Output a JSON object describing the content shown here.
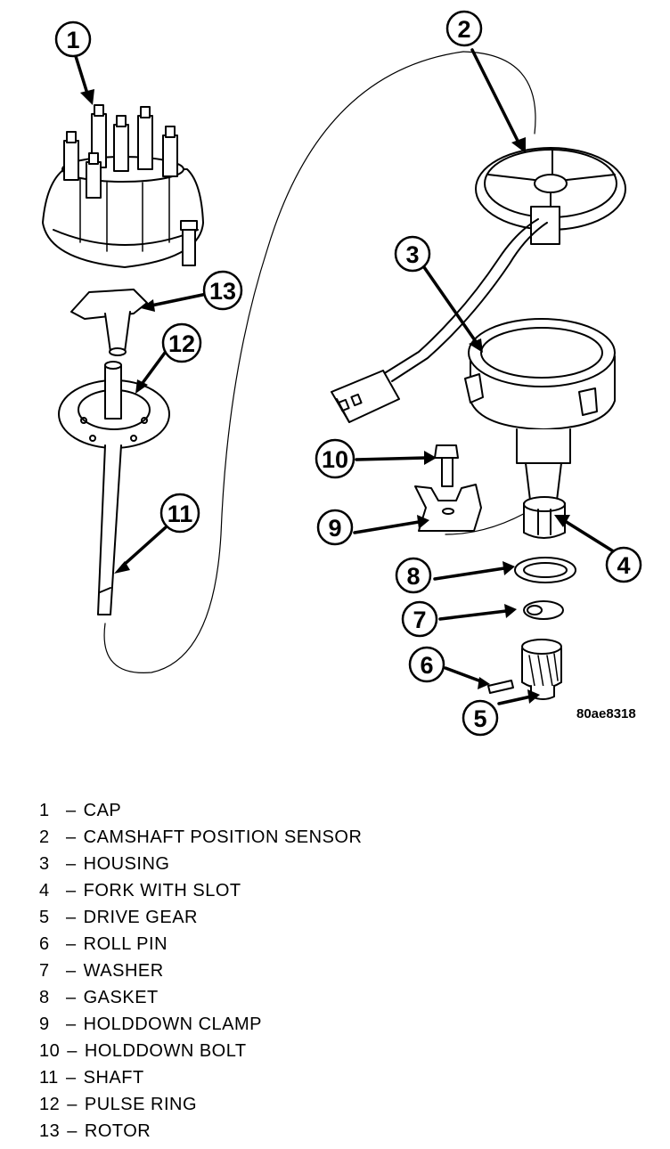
{
  "figure_id": "80ae8318",
  "callouts": [
    "1",
    "2",
    "3",
    "4",
    "5",
    "6",
    "7",
    "8",
    "9",
    "10",
    "11",
    "12",
    "13"
  ],
  "legend": [
    {
      "num": "1",
      "sep": "–",
      "label": "CAP"
    },
    {
      "num": "2",
      "sep": "–",
      "label": "CAMSHAFT POSITION SENSOR"
    },
    {
      "num": "3",
      "sep": "–",
      "label": "HOUSING"
    },
    {
      "num": "4",
      "sep": "–",
      "label": "FORK WITH SLOT"
    },
    {
      "num": "5",
      "sep": "–",
      "label": "DRIVE GEAR"
    },
    {
      "num": "6",
      "sep": "–",
      "label": "ROLL PIN"
    },
    {
      "num": "7",
      "sep": "–",
      "label": "WASHER"
    },
    {
      "num": "8",
      "sep": "–",
      "label": "GASKET"
    },
    {
      "num": "9",
      "sep": "–",
      "label": "HOLDDOWN CLAMP"
    },
    {
      "num": "10",
      "sep": "–",
      "label": "HOLDDOWN BOLT"
    },
    {
      "num": "11",
      "sep": "–",
      "label": "SHAFT"
    },
    {
      "num": "12",
      "sep": "–",
      "label": "PULSE RING"
    },
    {
      "num": "13",
      "sep": "–",
      "label": "ROTOR"
    }
  ]
}
